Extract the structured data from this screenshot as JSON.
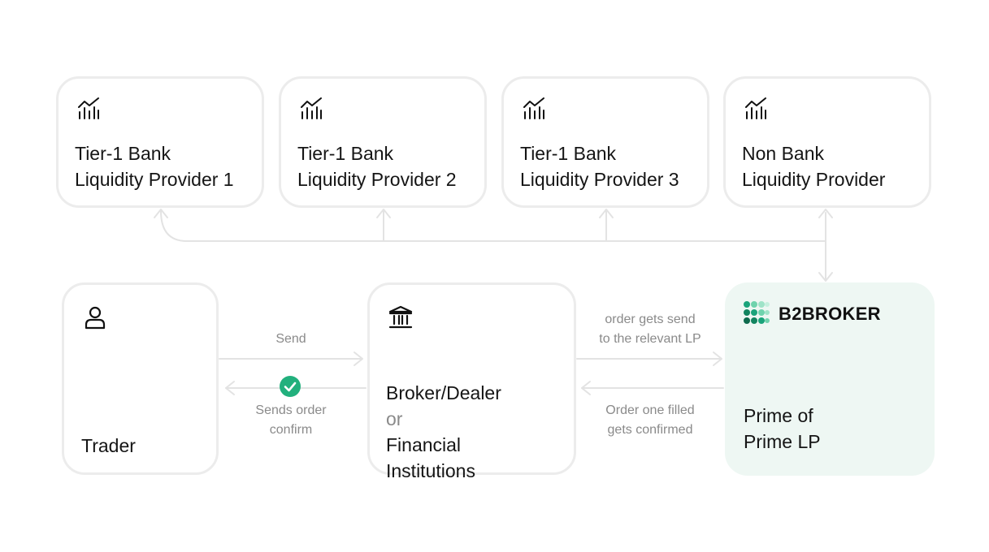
{
  "providers": [
    {
      "line1": "Tier-1 Bank",
      "line2": "Liquidity Provider 1",
      "icon": "chart-bars-icon"
    },
    {
      "line1": "Tier-1 Bank",
      "line2": "Liquidity Provider 2",
      "icon": "chart-bars-icon"
    },
    {
      "line1": "Tier-1 Bank",
      "line2": "Liquidity Provider 3",
      "icon": "chart-bars-icon"
    },
    {
      "line1": "Non Bank",
      "line2": "Liquidity Provider",
      "icon": "chart-bars-icon"
    }
  ],
  "trader": {
    "label": "Trader",
    "icon": "user-icon"
  },
  "broker": {
    "line1": "Broker/Dealer",
    "line2_prefix": "or",
    "line2_rest": " Financial",
    "line3": "Institutions",
    "icon": "bank-building-icon"
  },
  "prime": {
    "brand": "B2BROKER",
    "line1": "Prime of",
    "line2": "Prime LP",
    "logo": "dots-logo"
  },
  "flows": {
    "send": "Send",
    "confirm_line1": "Sends order",
    "confirm_line2": "confirm",
    "to_lp_line1": "order gets send",
    "to_lp_line2": "to the relevant LP",
    "filled_line1": "Order one filled",
    "filled_line2": "gets confirmed"
  },
  "colors": {
    "border": "#ececec",
    "connector": "#e3e3e3",
    "muted_text": "#8a8a8a",
    "brand_green": "#1aa37a",
    "prime_bg": "#eef7f3",
    "check_green": "#22b07d"
  }
}
